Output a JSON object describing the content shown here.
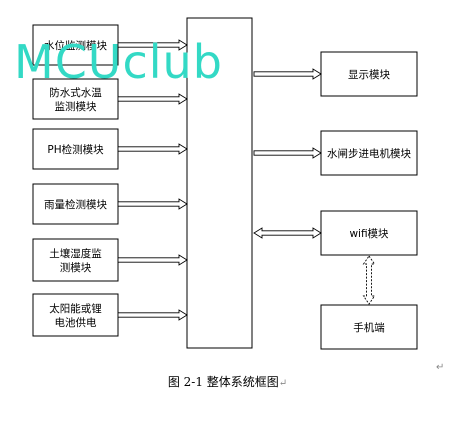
{
  "watermark": "MCUclub",
  "inputs": [
    {
      "id": "water-level",
      "lines": [
        "水位监测模块"
      ]
    },
    {
      "id": "water-temp",
      "lines": [
        "防水式水温",
        "监测模块"
      ]
    },
    {
      "id": "ph",
      "lines": [
        "PH检测模块"
      ]
    },
    {
      "id": "rain",
      "lines": [
        "雨量检测模块"
      ]
    },
    {
      "id": "soil",
      "lines": [
        "土壤湿度监",
        "测模块"
      ]
    },
    {
      "id": "power",
      "lines": [
        "太阳能或锂",
        "电池供电"
      ]
    }
  ],
  "outputs": [
    {
      "id": "display",
      "lines": [
        "显示模块"
      ]
    },
    {
      "id": "stepper",
      "lines": [
        "水闸步进电机模块"
      ]
    },
    {
      "id": "wifi",
      "lines": [
        "wifi模块"
      ]
    },
    {
      "id": "phone",
      "lines": [
        "手机端"
      ]
    }
  ],
  "caption": {
    "text": "图 2-1 整体系统框图"
  },
  "marks": {
    "return_symbol": "↵"
  }
}
